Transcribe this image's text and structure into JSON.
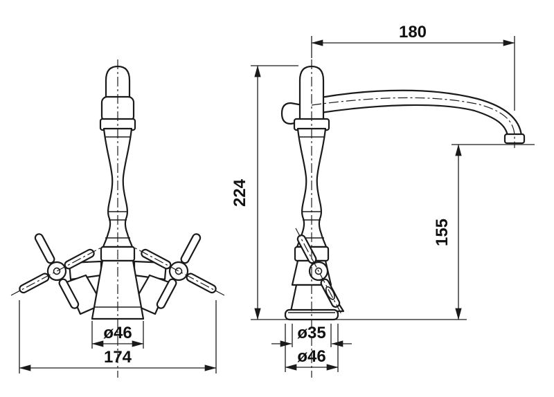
{
  "drawing": {
    "background": "#ffffff",
    "line_color": "#1a1a1a",
    "subject": "two-handle basin mixer faucet, orthographic projection",
    "front_view": {
      "dim_base_diameter": "ø46",
      "dim_overall_width": "174"
    },
    "side_view": {
      "dim_spout_reach": "180",
      "dim_overall_height": "224",
      "dim_spout_outlet_height": "155",
      "dim_shank_diameter": "ø35",
      "dim_base_diameter": "ø46"
    }
  }
}
